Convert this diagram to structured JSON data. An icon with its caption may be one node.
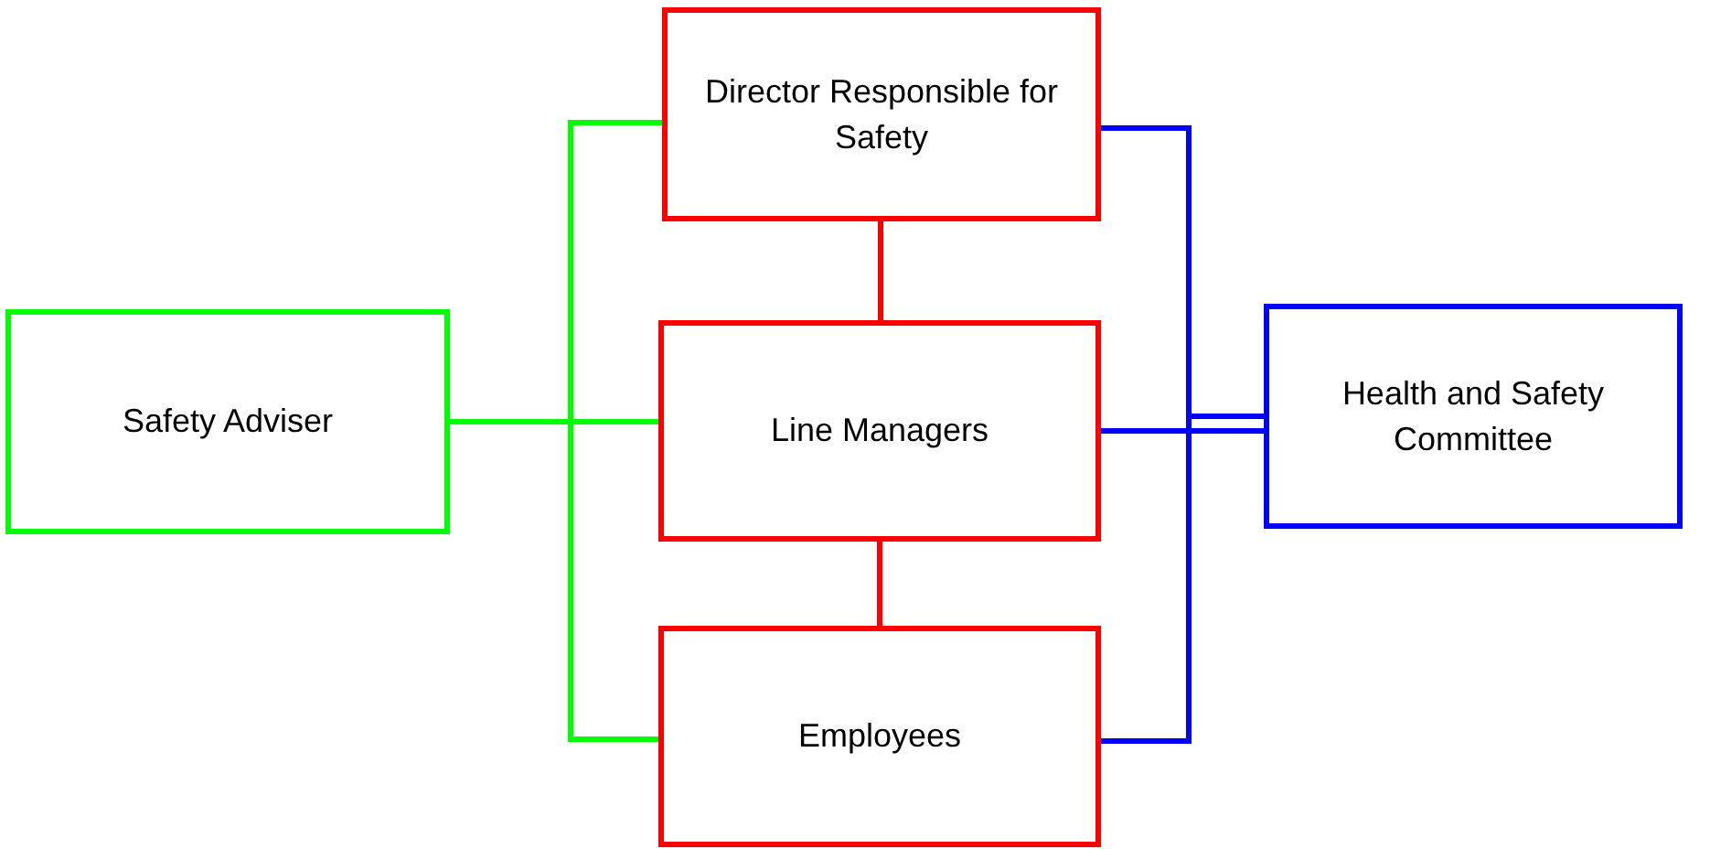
{
  "diagram": {
    "nodes": [
      {
        "text": [
          "Director Responsible for Safety"
        ]
      },
      {
        "text": [
          "Safety Adviser"
        ]
      },
      {
        "text": [
          "Line Managers"
        ]
      },
      {
        "text": [
          "Health and Safety Committee"
        ]
      },
      {
        "text": [
          "Employees"
        ]
      }
    ],
    "edges": [
      {
        "from": 1,
        "to": 0,
        "arrow": "none",
        "color": "#00ff00"
      },
      {
        "from": 1,
        "to": 2,
        "arrow": "none",
        "color": "#00ff00"
      },
      {
        "from": 1,
        "to": 4,
        "arrow": "none",
        "color": "#00ff00"
      },
      {
        "from": 0,
        "to": 2,
        "arrow": "none",
        "color": "#ff0000"
      },
      {
        "from": 2,
        "to": 4,
        "arrow": "none",
        "color": "#ff0000"
      },
      {
        "from": 0,
        "to": 3,
        "arrow": "none",
        "color": "#0000ff"
      },
      {
        "from": 2,
        "to": 3,
        "arrow": "none",
        "color": "#0000ff"
      },
      {
        "from": 4,
        "to": 3,
        "arrow": "none",
        "color": "#0000ff"
      }
    ]
  }
}
